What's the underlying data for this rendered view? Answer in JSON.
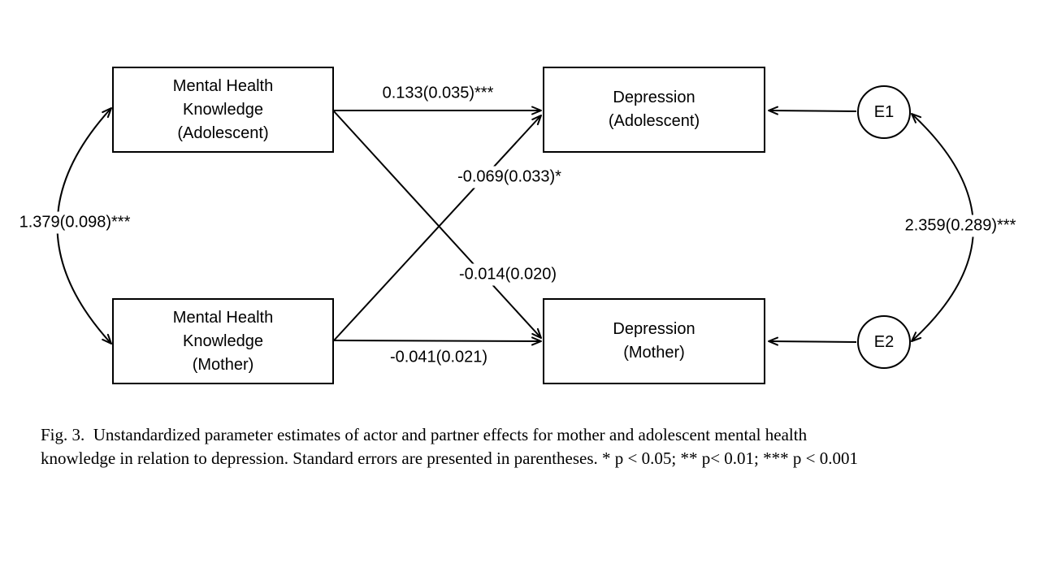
{
  "figure": {
    "nodes": [
      {
        "id": "mhk-adolescent",
        "shape": "rect",
        "lines": [
          "Mental Health",
          "Knowledge",
          "(Adolescent)"
        ]
      },
      {
        "id": "depression-adolescent",
        "shape": "rect",
        "lines": [
          "Depression",
          "(Adolescent)"
        ]
      },
      {
        "id": "mhk-mother",
        "shape": "rect",
        "lines": [
          "Mental Health",
          "Knowledge",
          "(Mother)"
        ]
      },
      {
        "id": "depression-mother",
        "shape": "rect",
        "lines": [
          "Depression",
          "(Mother)"
        ]
      },
      {
        "id": "e1",
        "shape": "circle",
        "label": "E1"
      },
      {
        "id": "e2",
        "shape": "circle",
        "label": "E2"
      }
    ],
    "edges": [
      {
        "from": "mhk-adolescent",
        "to": "depression-adolescent",
        "kind": "directed",
        "label": "0.133(0.035)***"
      },
      {
        "from": "mhk-mother",
        "to": "depression-adolescent",
        "kind": "directed",
        "label": "-0.069(0.033)*"
      },
      {
        "from": "mhk-adolescent",
        "to": "depression-mother",
        "kind": "directed",
        "label": "-0.014(0.020)"
      },
      {
        "from": "mhk-mother",
        "to": "depression-mother",
        "kind": "directed",
        "label": "-0.041(0.021)"
      },
      {
        "from": "e1",
        "to": "depression-adolescent",
        "kind": "directed",
        "label": ""
      },
      {
        "from": "e2",
        "to": "depression-mother",
        "kind": "directed",
        "label": ""
      },
      {
        "from": "mhk-adolescent",
        "to": "mhk-mother",
        "kind": "covariance",
        "label": "1.379(0.098)***"
      },
      {
        "from": "e1",
        "to": "e2",
        "kind": "covariance",
        "label": "2.359(0.289)***"
      }
    ],
    "caption": {
      "line1": "Fig. 3.  Unstandardized parameter estimates of actor and partner effects for mother and adolescent mental health",
      "line2": "knowledge in relation to depression. Standard errors are presented in parentheses. * p < 0.05; ** p< 0.01; *** p < 0.001"
    },
    "colors": {
      "ink": "#000000",
      "background": "#ffffff"
    }
  }
}
